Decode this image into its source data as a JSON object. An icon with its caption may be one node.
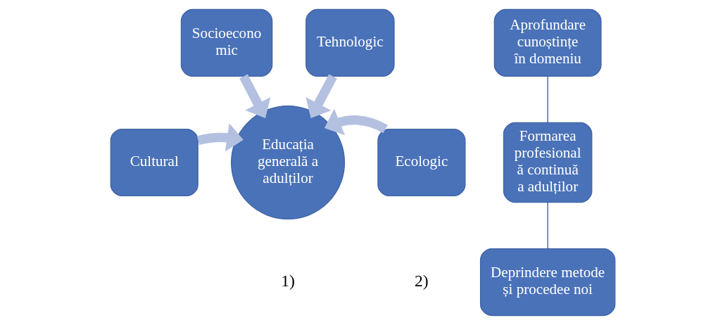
{
  "diagram": {
    "nodes": [
      {
        "text": [
          "Socioecono mic"
        ]
      },
      {
        "text": [
          "Tehnologic"
        ]
      },
      {
        "text": [
          "Cultural"
        ]
      },
      {
        "text": [
          "Educația generală a adulților"
        ]
      },
      {
        "text": [
          "Ecologic"
        ]
      },
      {
        "text": [
          "Aprofundare cunoștințe în domeniu"
        ]
      },
      {
        "text": [
          "Formarea profesional ă continuă a adulților"
        ]
      },
      {
        "text": [
          "Deprindere metode și procedee noi"
        ]
      }
    ],
    "edges": [
      {
        "from": 2,
        "to": 3,
        "arrow": "to"
      },
      {
        "from": 0,
        "to": 3,
        "arrow": "to"
      },
      {
        "from": 1,
        "to": 3,
        "arrow": "to"
      },
      {
        "from": 4,
        "to": 3,
        "arrow": "to"
      },
      {
        "from": 5,
        "to": 6,
        "arrow": "none",
        "color": "#3b5998"
      },
      {
        "from": 6,
        "to": 7,
        "arrow": "none",
        "color": "#3b5998"
      }
    ],
    "labels": [
      "1)",
      "2)"
    ]
  }
}
